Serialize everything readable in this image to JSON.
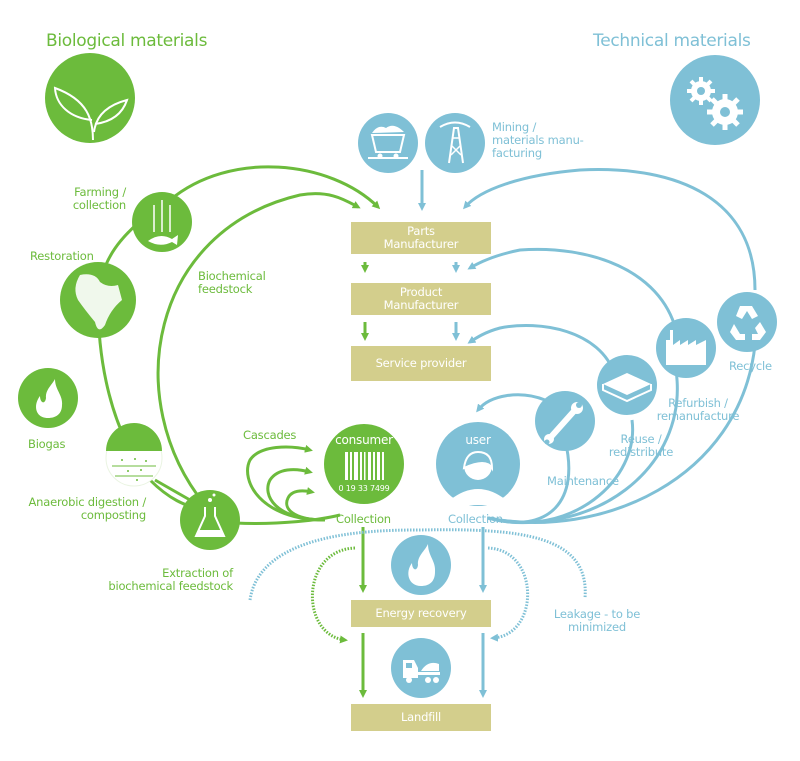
{
  "colors": {
    "biological": "#6cbb3c",
    "technical": "#7fc0d6",
    "box": "#d3ce8c",
    "box_text": "#ffffff"
  },
  "headers": {
    "biological": "Biological materials",
    "technical": "Technical materials"
  },
  "icons": {
    "biological": "plant-sprout-icon",
    "technical": "gears-icon"
  },
  "mining": {
    "label_line1": "Mining /",
    "label_line2": "materials manu-",
    "label_line3": "facturing",
    "icons": [
      "mine-cart-icon",
      "oil-derrick-icon"
    ]
  },
  "boxes": {
    "parts_line1": "Parts",
    "parts_line2": "Manufacturer",
    "product_line1": "Product",
    "product_line2": "Manufacturer",
    "service": "Service provider",
    "energy": "Energy recovery",
    "landfill": "Landfill"
  },
  "bio_nodes": {
    "farming_line1": "Farming /",
    "farming_line2": "collection",
    "restoration": "Restoration",
    "biochemical_line1": "Biochemical",
    "biochemical_line2": "feedstock",
    "biogas": "Biogas",
    "anaerobic_line1": "Anaerobic digestion /",
    "anaerobic_line2": "composting",
    "extraction_line1": "Extraction of",
    "extraction_line2": "biochemical feedstock",
    "cascades": "Cascades",
    "consumer": "consumer",
    "barcode_number": "0 19 33 7499",
    "collection": "Collection"
  },
  "tech_nodes": {
    "user": "user",
    "collection": "Collection",
    "maintenance": "Maintenance",
    "reuse_line1": "Reuse /",
    "reuse_line2": "redistribute",
    "refurbish_line1": "Refurbish /",
    "refurbish_line2": "remanufacture",
    "recycle": "Recycle",
    "leakage_line1": "Leakage - to be",
    "leakage_line2": "minimized"
  }
}
